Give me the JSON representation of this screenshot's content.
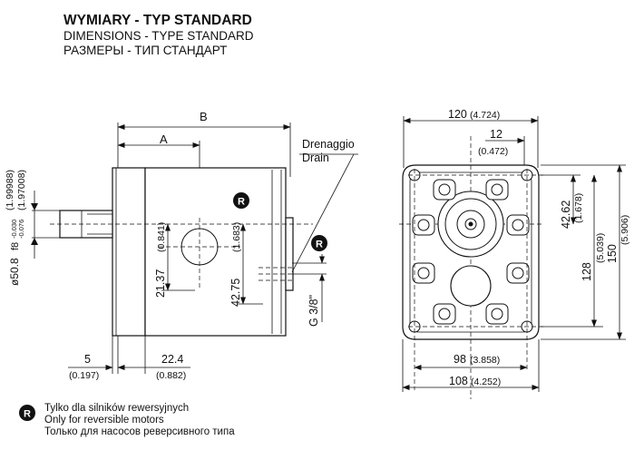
{
  "header": {
    "title_pl": "WYMIARY - TYP STANDARD",
    "title_en": "DIMENSIONS - TYPE STANDARD",
    "title_ru": "РАЗМЕРЫ - ТИП СТАНДАРТ"
  },
  "side_view": {
    "dim_B": "B",
    "dim_A": "A",
    "drain_it": "Drenaggio",
    "drain_en": "Drain",
    "shaft_dia": "ø50.8",
    "shaft_fit": "f8",
    "shaft_tol_upper": "-0.030",
    "shaft_tol_lower": "-0.076",
    "shaft_in_upper": "(1.99988)",
    "shaft_in_lower": "(1.97008)",
    "dim_21_37": "21.37",
    "dim_21_37_in": "(0.841)",
    "dim_42_75": "42.75",
    "dim_42_75_in": "(1.683)",
    "port": "G 3/8\"",
    "dim_5": "5",
    "dim_5_in": "(0.197)",
    "dim_22_4": "22.4",
    "dim_22_4_in": "(0.882)",
    "r_badge": "R"
  },
  "front_view": {
    "dim_120": "120",
    "dim_120_in": "(4.724)",
    "dim_12": "12",
    "dim_12_in": "(0.472)",
    "dim_42_62": "42.62",
    "dim_42_62_in": "(1.678)",
    "dim_128": "128",
    "dim_128_in": "(5.039)",
    "dim_150": "150",
    "dim_150_in": "(5.906)",
    "dim_98": "98",
    "dim_98_in": "(3.858)",
    "dim_108": "108",
    "dim_108_in": "(4.252)"
  },
  "legend": {
    "badge": "R",
    "line_pl": "Tylko dla silników rewersyjnych",
    "line_en": "Only for reversible motors",
    "line_ru": "Только для насосов реверсивного типа"
  }
}
